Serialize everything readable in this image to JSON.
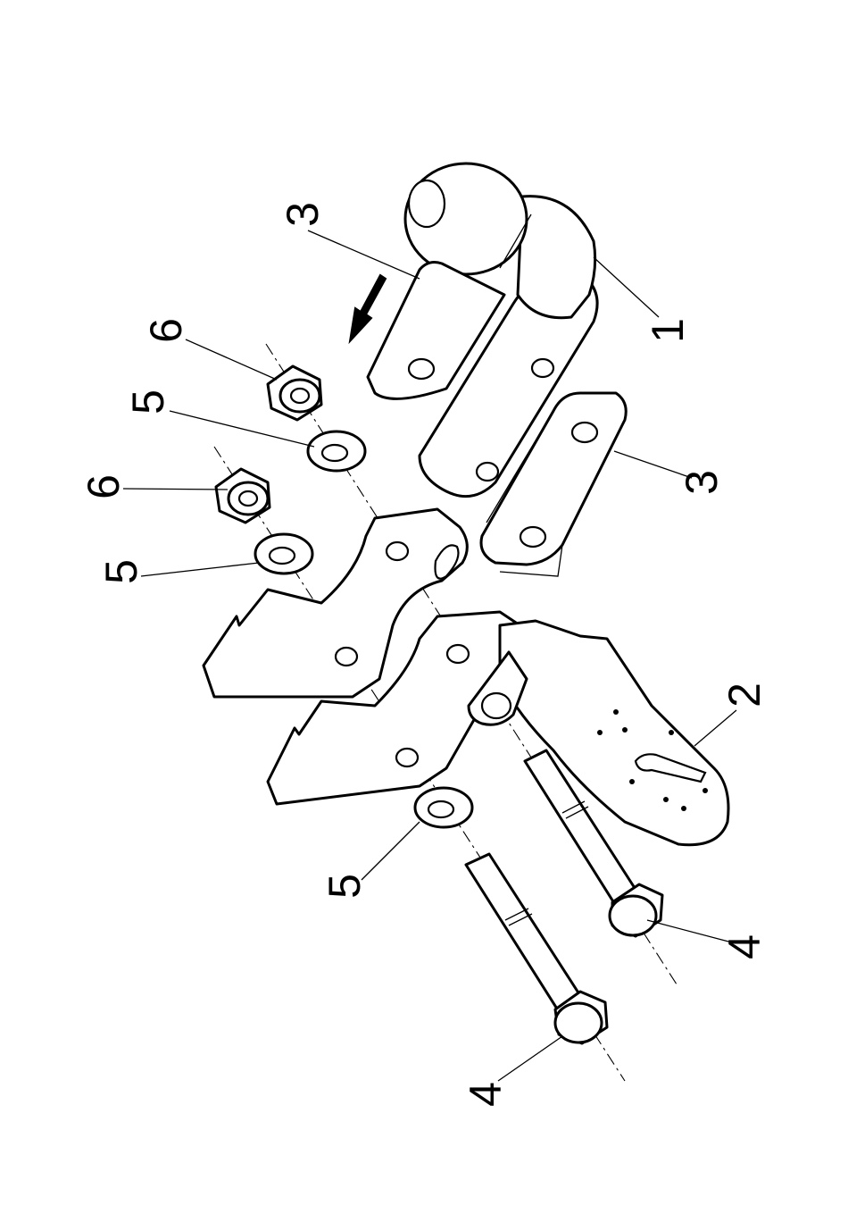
{
  "diagram": {
    "callouts": [
      {
        "id": "ball",
        "label": "1"
      },
      {
        "id": "plate-bracket",
        "label": "2"
      },
      {
        "id": "spacer-top",
        "label": "3"
      },
      {
        "id": "spacer-right",
        "label": "3"
      },
      {
        "id": "bolt-lower",
        "label": "4"
      },
      {
        "id": "bolt-right",
        "label": "4"
      },
      {
        "id": "washer-lower",
        "label": "5"
      },
      {
        "id": "washer-mid",
        "label": "5"
      },
      {
        "id": "washer-top",
        "label": "5"
      },
      {
        "id": "nut-left",
        "label": "6"
      },
      {
        "id": "nut-top",
        "label": "6"
      }
    ]
  }
}
